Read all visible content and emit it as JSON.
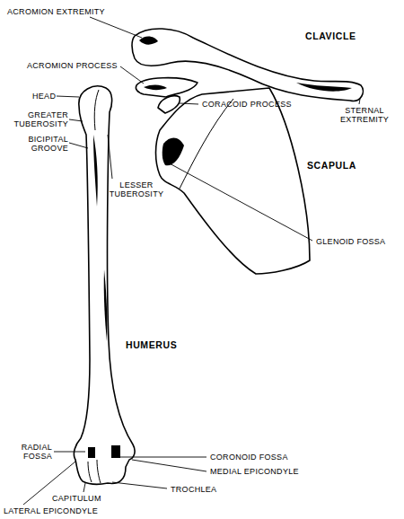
{
  "diagram": {
    "labels": [
      "ACROMION EXTREMITY",
      "CLAVICLE",
      "ACROMION PROCESS",
      "HEAD",
      "GREATER TUBEROSITY",
      "BICIPITAL GROOVE",
      "CORACOID PROCESS",
      "STERNAL EXTREMITY",
      "SCAPULA",
      "LESSER TUBEROSITY",
      "GLENOID FOSSA",
      "HUMERUS",
      "RADIAL FOSSA",
      "CORONOID FOSSA",
      "MEDIAL EPICONDYLE",
      "TROCHLEA",
      "CAPITULUM",
      "LATERAL EPICONDYLE"
    ]
  }
}
